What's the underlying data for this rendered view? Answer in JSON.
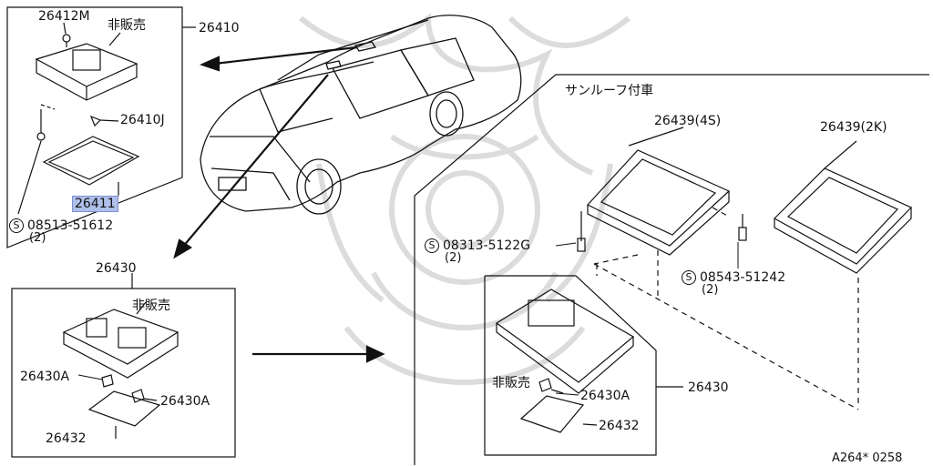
{
  "parts": {
    "p26412M": "26412M",
    "not_for_sale_1": "非販売",
    "p26410": "26410",
    "p26410J": "26410J",
    "p26411": "26411",
    "screw1": "08513-51612",
    "screw1_qty": "(2)",
    "p26430_top": "26430",
    "not_for_sale_2": "非販売",
    "p26430A_left": "26430A",
    "p26430A_right": "26430A",
    "p26432_left": "26432",
    "sunroof_label": "サンルーフ付車",
    "p26439_4s": "26439(4S)",
    "p26439_2k": "26439(2K)",
    "screw2": "08313-5122G",
    "screw2_qty": "(2)",
    "screw3": "08543-51242",
    "screw3_qty": "(2)",
    "not_for_sale_3": "非販売",
    "p26430A_sunroof": "26430A",
    "p26430_sunroof": "26430",
    "p26432_sunroof": "26432",
    "s_symbol": "S",
    "diagram_code": "A264* 0258"
  },
  "colors": {
    "line": "#111111",
    "highlight": "#aebfe9",
    "watermark": "#d9d9d9"
  }
}
